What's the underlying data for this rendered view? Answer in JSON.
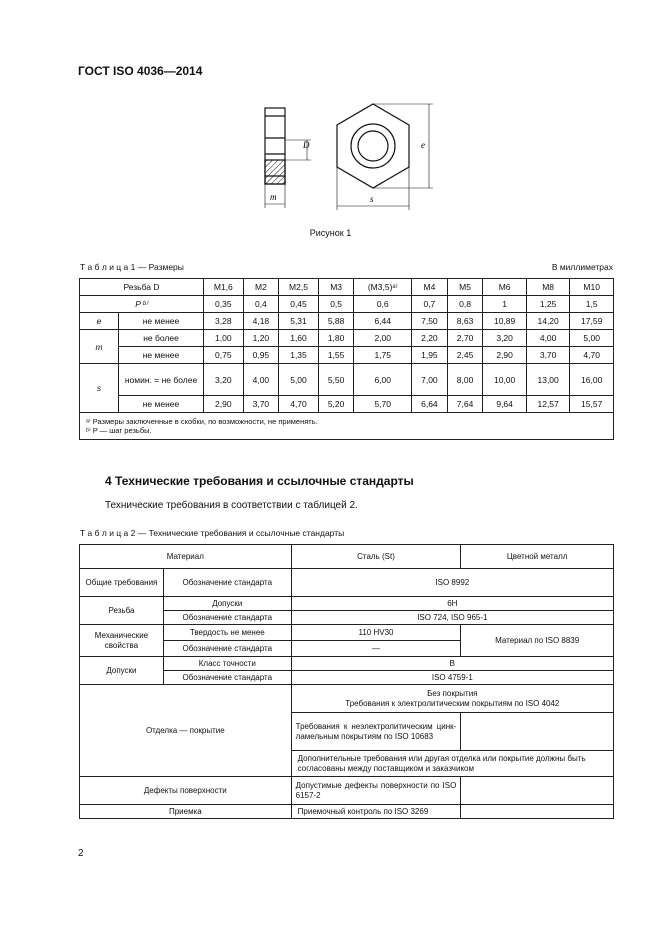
{
  "header": {
    "standard": "ГОСТ ISO 4036—2014"
  },
  "figure": {
    "caption": "Рисунок 1",
    "labels": {
      "m": "m",
      "D": "D",
      "e": "e",
      "s": "s"
    }
  },
  "table1": {
    "caption": "Т а б л и ц а  1 — Размеры",
    "units": "В миллиметрах",
    "thread_label": "Резьба D",
    "sizes": [
      "M1,6",
      "M2",
      "M2,5",
      "M3",
      "(M3,5)ᵃ⁾",
      "M4",
      "M5",
      "M6",
      "M8",
      "M10"
    ],
    "p_label": "P ᵇ⁾",
    "rows": [
      {
        "cells": [
          "0,35",
          "0,4",
          "0,45",
          "0,5",
          "0,6",
          "0,7",
          "0,8",
          "1",
          "1,25",
          "1,5"
        ]
      },
      {
        "sym": "e",
        "cond": "не менее",
        "cells": [
          "3,28",
          "4,18",
          "5,31",
          "5,88",
          "6,44",
          "7,50",
          "8,63",
          "10,89",
          "14,20",
          "17,59"
        ]
      },
      {
        "sym": "m",
        "cond": "не более",
        "cells": [
          "1,00",
          "1,20",
          "1,60",
          "1,80",
          "2,00",
          "2,20",
          "2,70",
          "3,20",
          "4,00",
          "5,00"
        ]
      },
      {
        "cond": "не менее",
        "cells": [
          "0,75",
          "0,95",
          "1,35",
          "1,55",
          "1,75",
          "1,95",
          "2,45",
          "2,90",
          "3,70",
          "4,70"
        ]
      },
      {
        "sym": "s",
        "cond": "номин. = не более",
        "cells": [
          "3,20",
          "4,00",
          "5,00",
          "5,50",
          "6,00",
          "7,00",
          "8,00",
          "10,00",
          "13,00",
          "16,00"
        ]
      },
      {
        "cond": "не менее",
        "cells": [
          "2,90",
          "3,70",
          "4,70",
          "5,20",
          "5,70",
          "6,64",
          "7,64",
          "9,64",
          "12,57",
          "15,57"
        ]
      }
    ],
    "notes": [
      "ᵃ⁾ Размеры заключенные в скобки, по возможности, не применять.",
      "ᵇ⁾ P — шаг резьбы."
    ]
  },
  "section": {
    "title": "4  Технические требования и ссылочные стандарты",
    "paragraph": "Технические требования в соответствии с таблицей 2."
  },
  "table2": {
    "caption": "Т а б л и ц а  2 — Технические требования и ссылочные стандарты",
    "head": {
      "material": "Материал",
      "steel": "Сталь (St)",
      "nonferrous": "Цветной металл"
    },
    "general": {
      "group": "Общие требования",
      "label": "Обозначение стандарта",
      "value": "ISO 8992"
    },
    "thread": {
      "group": "Резьба",
      "tol_label": "Допуски",
      "tol_value": "6H",
      "std_label": "Обозначение стандарта",
      "std_value": "ISO 724, ISO 965-1"
    },
    "mech": {
      "group": "Механические свойства",
      "hard_label": "Твердость не менее",
      "hard_value": "110 HV30",
      "std_label": "Обозначение стандарта",
      "std_value": "—",
      "nonferrous": "Материал по ISO 8839"
    },
    "tol": {
      "group": "Допуски",
      "class_label": "Класс точности",
      "class_value": "B",
      "std_label": "Обозначение стандарта",
      "std_value": "ISO 4759-1"
    },
    "finish": {
      "group": "Отделка — покрытие",
      "line1a": "Без покрытия",
      "line1b": "Требования к электролитическим покрытиям по ISO 4042",
      "line2": "Требования к неэлектролити­ческим цинк-ламельным покрыти­ям по ISO 10683",
      "line3": "Дополнительные требования или другая отделка или покрытие должны быть согласованы между поставщиком и заказчиком"
    },
    "defects": {
      "group": "Дефекты поверхности",
      "value": "Допустимые дефекты поверх­ности по ISO 6157-2"
    },
    "acceptance": {
      "group": "Приемка",
      "value": "Приемочный контроль по ISO 3269"
    }
  },
  "page_number": "2"
}
